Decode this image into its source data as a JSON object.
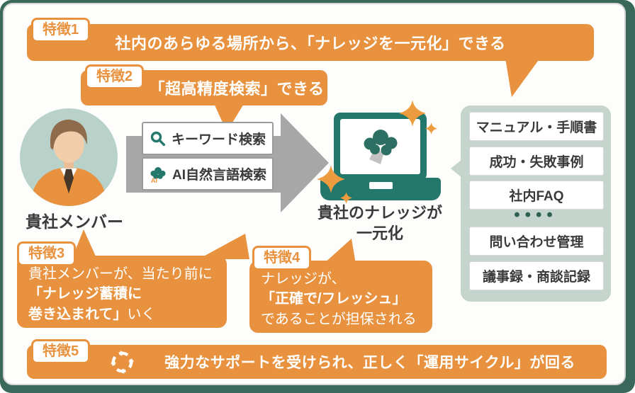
{
  "colors": {
    "orange": "#E8923F",
    "teal": "#24776B",
    "sage_container": "#C5D4CC",
    "frame_green": "#3A685B",
    "arrow_gray": "#A7A7A7",
    "text_dark": "#3A3A3A",
    "avatar_bg": "#B9D2C9"
  },
  "feature1": {
    "label": "特徴1",
    "pre": "社内のあらゆる場所から、",
    "em": "「ナレッジを一元化」",
    "post": "できる"
  },
  "feature2": {
    "label": "特徴2",
    "em": "「超高精度検索」",
    "post": "できる"
  },
  "actor": {
    "caption": "貴社メンバー"
  },
  "search": {
    "keyword_label": "キーワード検索",
    "ai_label": "AI自然言語検索",
    "ai_icon_text": "AI"
  },
  "laptop": {
    "caption_line1": "貴社のナレッジが",
    "caption_line2": "一元化"
  },
  "knowledge": {
    "items": [
      "マニュアル・手順書",
      "成功・失敗事例",
      "社内FAQ",
      "問い合わせ管理",
      "議事録・商談記録"
    ],
    "dots": "••••"
  },
  "feature3": {
    "label": "特徴3",
    "line1": "貴社メンバーが、当たり前に",
    "line2_em": "「ナレッジ蓄積に",
    "line3_em": "巻き込まれて」",
    "line3_post": "いく"
  },
  "feature4": {
    "label": "特徴4",
    "line1": "ナレッジが、",
    "line2_em": "「正確で/フレッシュ」",
    "line3": "であることが担保される"
  },
  "feature5": {
    "label": "特徴5",
    "pre": "強力なサポートを受けられ、",
    "em": "正しく「運用サイクル」",
    "post": "が回る"
  }
}
